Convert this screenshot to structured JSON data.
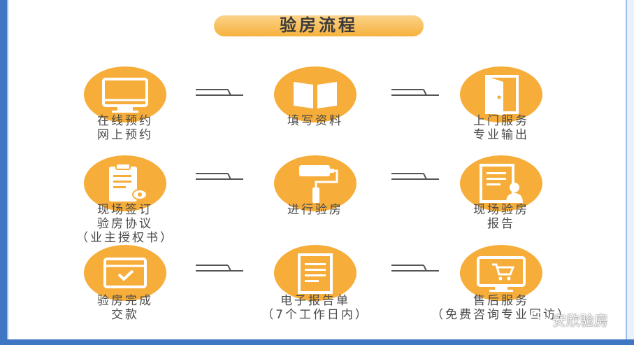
{
  "title": "验房流程",
  "steps": [
    {
      "lines": [
        "在线预约",
        "网上预约"
      ],
      "icon": "monitor-icon"
    },
    {
      "lines": [
        "填写资料"
      ],
      "icon": "open-book-icon"
    },
    {
      "lines": [
        "上门服务",
        "专业输出"
      ],
      "icon": "door-icon"
    },
    {
      "lines": [
        "现场签订",
        "验房协议",
        "（业主授权书）"
      ],
      "icon": "clipboard-icon"
    },
    {
      "lines": [
        "进行验房"
      ],
      "icon": "paint-roller-icon"
    },
    {
      "lines": [
        "现场验房",
        "报告"
      ],
      "icon": "report-person-icon"
    },
    {
      "lines": [
        "验房完成",
        "交款"
      ],
      "icon": "checked-box-icon"
    },
    {
      "lines": [
        "电子报告单",
        "（7个工作日内）"
      ],
      "icon": "document-icon"
    },
    {
      "lines": [
        "售后服务",
        "（免费咨询专业回访）"
      ],
      "icon": "cart-screen-icon"
    }
  ],
  "watermark": "安欣验房",
  "colors": {
    "accent": "#f6ad39",
    "frame": "#3f76c4",
    "text": "#4a4a4a"
  }
}
